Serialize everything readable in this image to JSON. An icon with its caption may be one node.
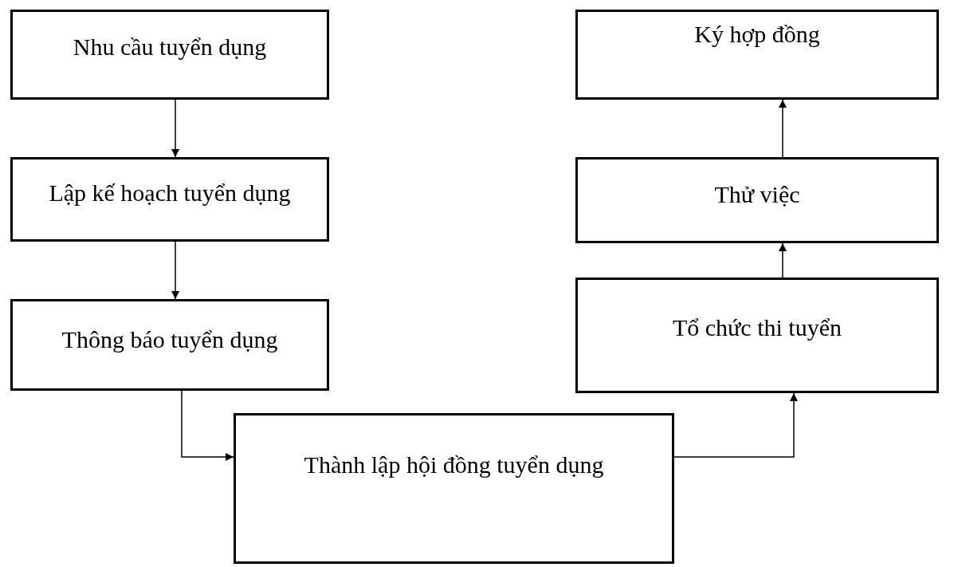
{
  "diagram": {
    "nodes": [
      {
        "text": [
          "Nhu cầu tuyển dụng"
        ]
      },
      {
        "text": [
          "Lập kế hoạch tuyển dụng"
        ]
      },
      {
        "text": [
          "Thông báo tuyển dụng"
        ]
      },
      {
        "text": [
          "Thành lập hội đồng tuyển dụng"
        ]
      },
      {
        "text": [
          "Tổ chức thi tuyển"
        ]
      },
      {
        "text": [
          "Thử việc"
        ]
      },
      {
        "text": [
          "Ký hợp đồng"
        ]
      }
    ],
    "edges": [
      {
        "from": 0,
        "to": 1,
        "arrow": "to"
      },
      {
        "from": 1,
        "to": 2,
        "arrow": "to"
      },
      {
        "from": 2,
        "to": 3,
        "arrow": "to"
      },
      {
        "from": 3,
        "to": 4,
        "arrow": "to"
      },
      {
        "from": 4,
        "to": 5,
        "arrow": "to"
      },
      {
        "from": 5,
        "to": 6,
        "arrow": "to"
      }
    ]
  }
}
